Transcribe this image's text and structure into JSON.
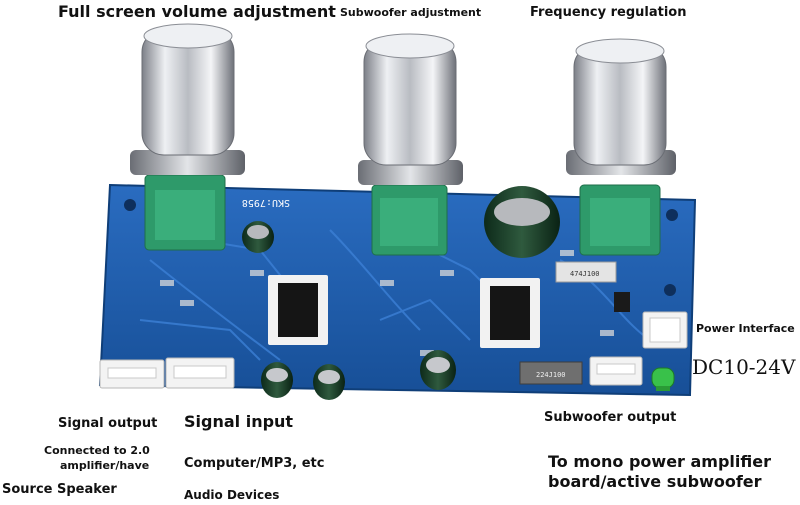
{
  "labels": {
    "volume": "Full screen volume adjustment",
    "subwoofer_adj": "Subwoofer adjustment",
    "frequency": "Frequency regulation",
    "power_interface": "Power Interface",
    "dc_voltage": "DC10-24V",
    "signal_output": "Signal output",
    "signal_input": "Signal input",
    "connected_to_line1": "Connected to 2.0",
    "connected_to_line2": "amplifier/have",
    "source_speaker": "Source Speaker",
    "computer": "Computer/MP3, etc",
    "audio_devices": "Audio Devices",
    "subwoofer_output": "Subwoofer output",
    "mono_line1": "To mono power amplifier",
    "mono_line2": "board/active subwoofer"
  },
  "board": {
    "sku": "SKU:7958",
    "capacitor_label_1": "474J100",
    "capacitor_label_2": "224J100"
  },
  "colors": {
    "pcb": "#1f5fb0",
    "pcb_dark": "#164a8c",
    "potentiometer": "#2e9a6a",
    "knob": "#c9ccd1",
    "led": "#39c14a"
  }
}
